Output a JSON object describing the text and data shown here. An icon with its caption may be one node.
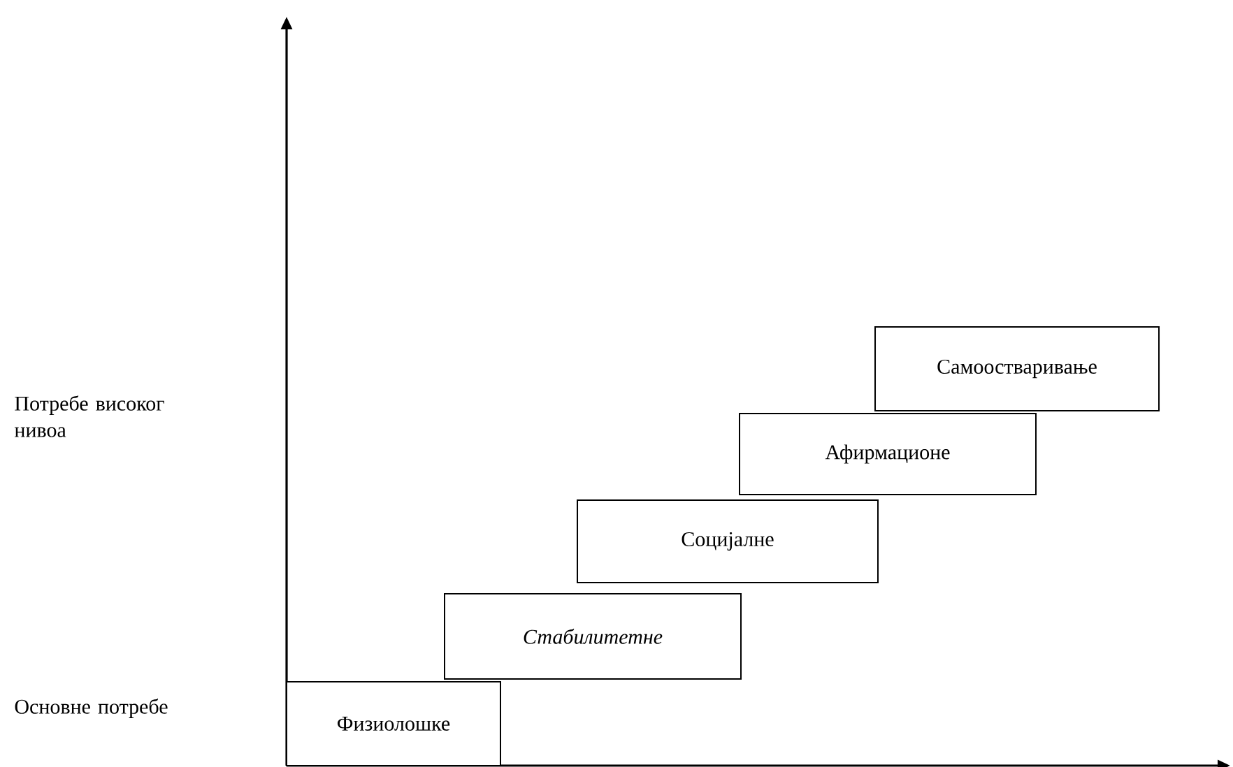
{
  "diagram": {
    "nodes": [
      {
        "text": [
          "Физиолошке"
        ]
      },
      {
        "text": [
          "Стабилитетне"
        ]
      },
      {
        "text": [
          "Социјалне"
        ]
      },
      {
        "text": [
          "Афирмационе"
        ]
      },
      {
        "text": [
          "Самоостваривање"
        ]
      }
    ],
    "labels": [
      "Потребе високог нивоа",
      "Основне потребе"
    ]
  }
}
